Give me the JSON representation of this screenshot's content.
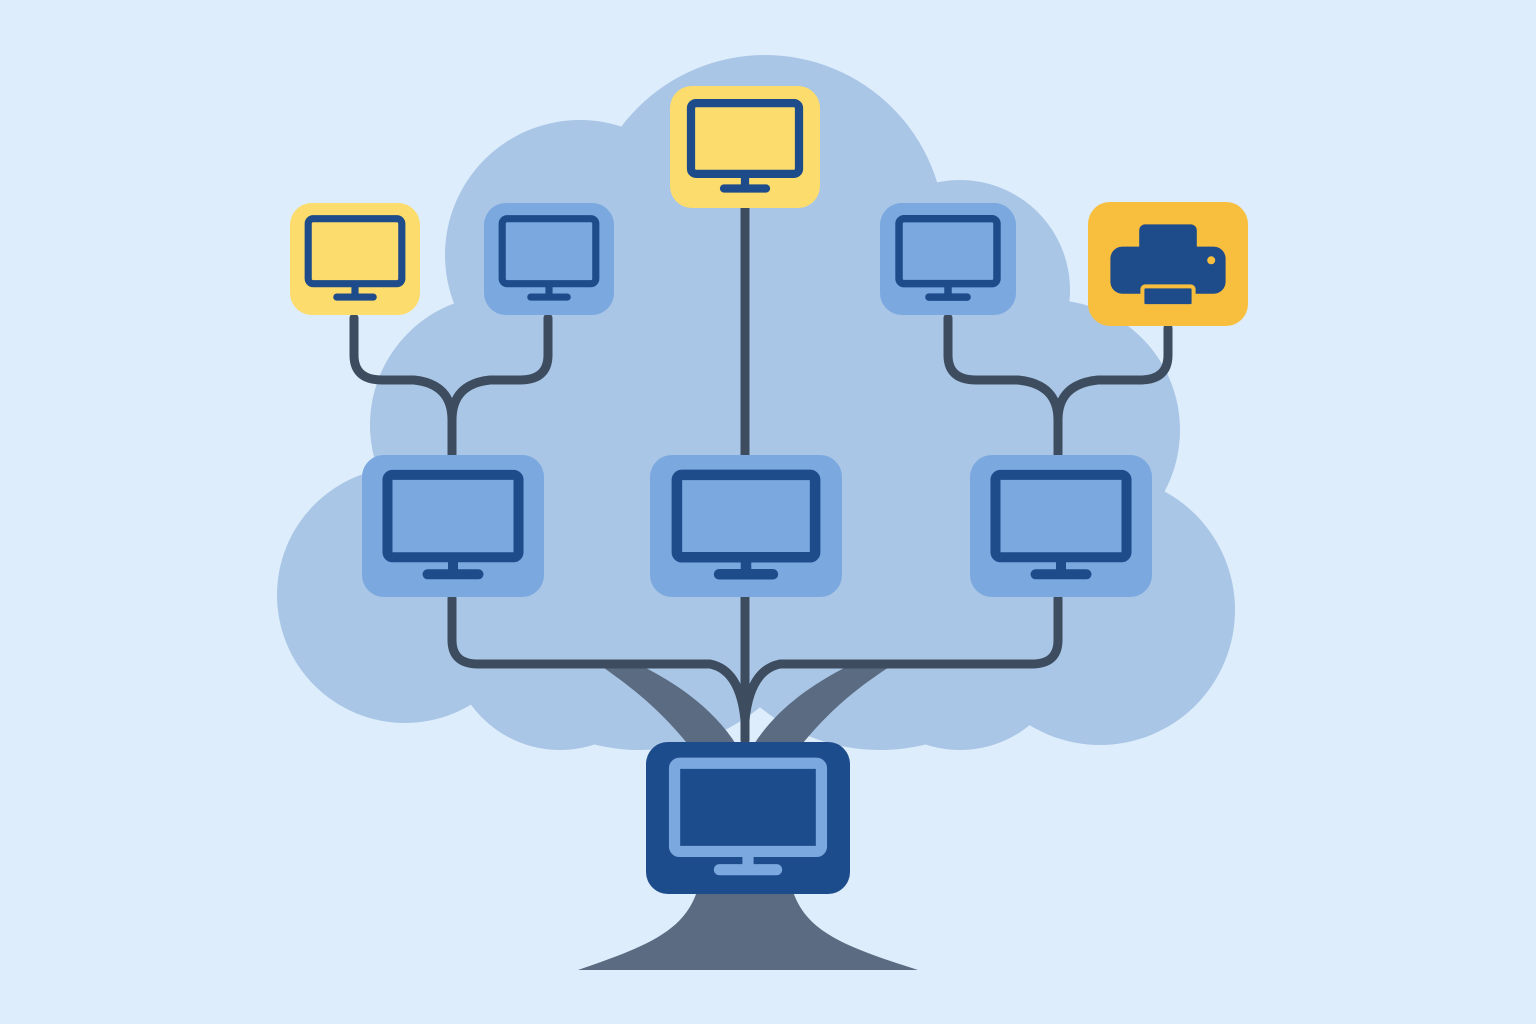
{
  "diagram": {
    "type": "network-tree",
    "colors": {
      "background": "#deedfb",
      "canopy": "#a9c6e6",
      "trunk": "#5a6b82",
      "cable": "#3e4c5f",
      "node_blue": "#8db6e6",
      "node_blue_frame": "#7aa8df",
      "node_yellow": "#fcdc6c",
      "node_gold": "#f8bf3f",
      "node_root": "#1d4c8c",
      "monitor_outline": "#1e4b8a",
      "root_screen": "#8fb5e5"
    },
    "nodes": [
      {
        "id": "root",
        "icon": "monitor-icon",
        "role": "root",
        "fill": "node_root"
      },
      {
        "id": "mid-left",
        "icon": "monitor-icon",
        "role": "hub",
        "fill": "node_blue"
      },
      {
        "id": "mid-center",
        "icon": "monitor-icon",
        "role": "hub",
        "fill": "node_blue"
      },
      {
        "id": "mid-right",
        "icon": "monitor-icon",
        "role": "hub",
        "fill": "node_blue"
      },
      {
        "id": "top-center",
        "icon": "monitor-icon",
        "role": "leaf",
        "fill": "node_yellow"
      },
      {
        "id": "leaf-left-yellow",
        "icon": "monitor-icon",
        "role": "leaf",
        "fill": "node_yellow"
      },
      {
        "id": "leaf-left-blue",
        "icon": "monitor-icon",
        "role": "leaf",
        "fill": "node_blue"
      },
      {
        "id": "leaf-right-blue",
        "icon": "monitor-icon",
        "role": "leaf",
        "fill": "node_blue"
      },
      {
        "id": "leaf-printer",
        "icon": "printer-icon",
        "role": "leaf",
        "fill": "node_gold"
      }
    ],
    "edges": [
      {
        "from": "root",
        "to": "mid-left"
      },
      {
        "from": "root",
        "to": "mid-center"
      },
      {
        "from": "root",
        "to": "mid-right"
      },
      {
        "from": "mid-center",
        "to": "top-center"
      },
      {
        "from": "mid-left",
        "to": "leaf-left-yellow"
      },
      {
        "from": "mid-left",
        "to": "leaf-left-blue"
      },
      {
        "from": "mid-right",
        "to": "leaf-right-blue"
      },
      {
        "from": "mid-right",
        "to": "leaf-printer"
      }
    ]
  }
}
